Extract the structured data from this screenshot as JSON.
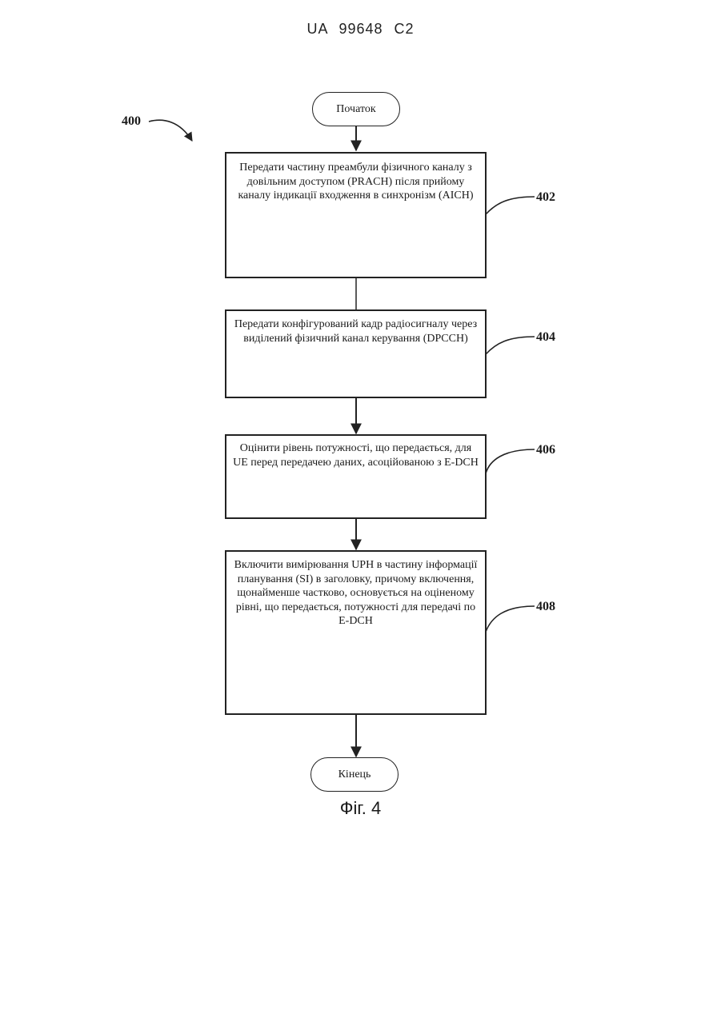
{
  "header": {
    "doc_number": "UA   99648   C2"
  },
  "diagram": {
    "ref_main": "400",
    "start": {
      "label": "Початок"
    },
    "end": {
      "label": "Кінець"
    },
    "steps": [
      {
        "ref": "402",
        "text": "Передати частину преамбули фізичного каналу з довільним доступом (PRACH) після прийому каналу індикації входження в синхронізм (AICH)"
      },
      {
        "ref": "404",
        "text": "Передати конфігурований кадр радіосигналу через виділений фізичний канал керування (DPCCH)"
      },
      {
        "ref": "406",
        "text": "Оцінити рівень потужності, що передається, для UE перед передачею даних, асоційованою з E-DCH"
      },
      {
        "ref": "408",
        "text": "Включити вимірювання UPH в частину інформації планування (SI) в заголовку, причому включення, щонайменше частково, основується на оціненому рівні, що передається, потужності для передачі по E-DCH"
      }
    ],
    "caption": "Фіг. 4"
  }
}
